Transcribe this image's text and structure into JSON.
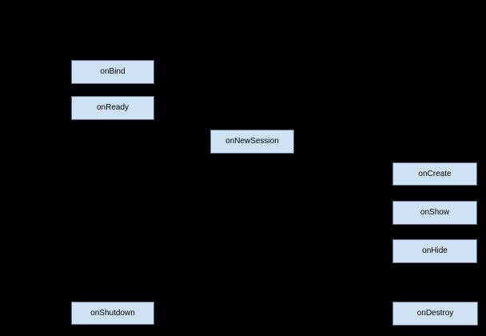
{
  "nodes": [
    {
      "label": "onBind"
    },
    {
      "label": "onReady"
    },
    {
      "label": "onNewSession"
    },
    {
      "label": "onCreate"
    },
    {
      "label": "onShow"
    },
    {
      "label": "onHide"
    },
    {
      "label": "onShutdown"
    },
    {
      "label": "onDestroy"
    }
  ],
  "colors": {
    "background": "#000000",
    "box_fill": "#cfe2f3",
    "box_border": "#57708c",
    "text": "#000000"
  }
}
